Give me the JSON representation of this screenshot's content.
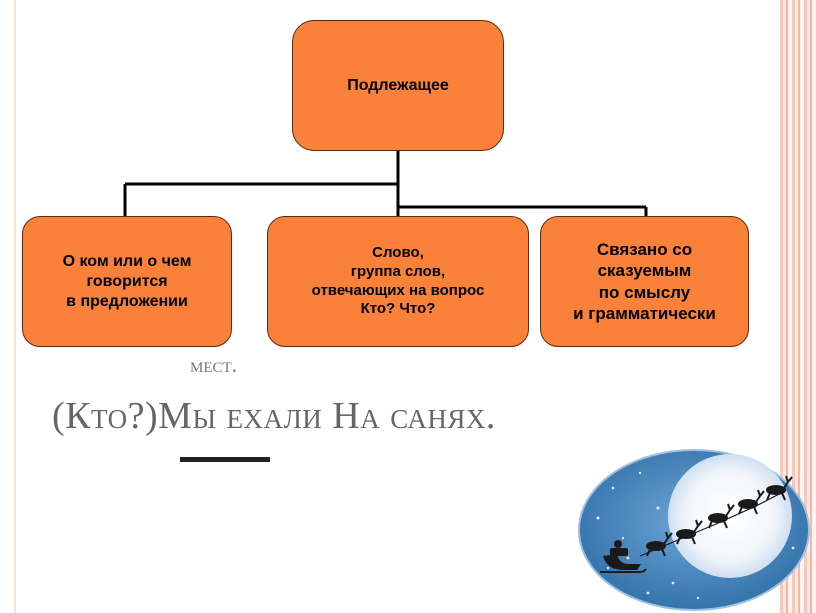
{
  "diagram": {
    "root": {
      "label": "Подлежащее"
    },
    "children": [
      {
        "label": "О ком или о чем\nговорится\nв предложении"
      },
      {
        "label": "Слово,\nгруппа слов,\nотвечающих на вопрос\nКто? Что?"
      },
      {
        "label": "Связано со\nсказуемым\nпо смыслу\nи грамматически"
      }
    ]
  },
  "text": {
    "fragment": "мест.",
    "example": "(Кто?)Мы ехали На санях."
  },
  "colors": {
    "node_fill": "#f9813a",
    "node_border": "#5a2a12",
    "connector": "#000000"
  },
  "picture": {
    "icon": "moon-sleigh-illustration"
  }
}
